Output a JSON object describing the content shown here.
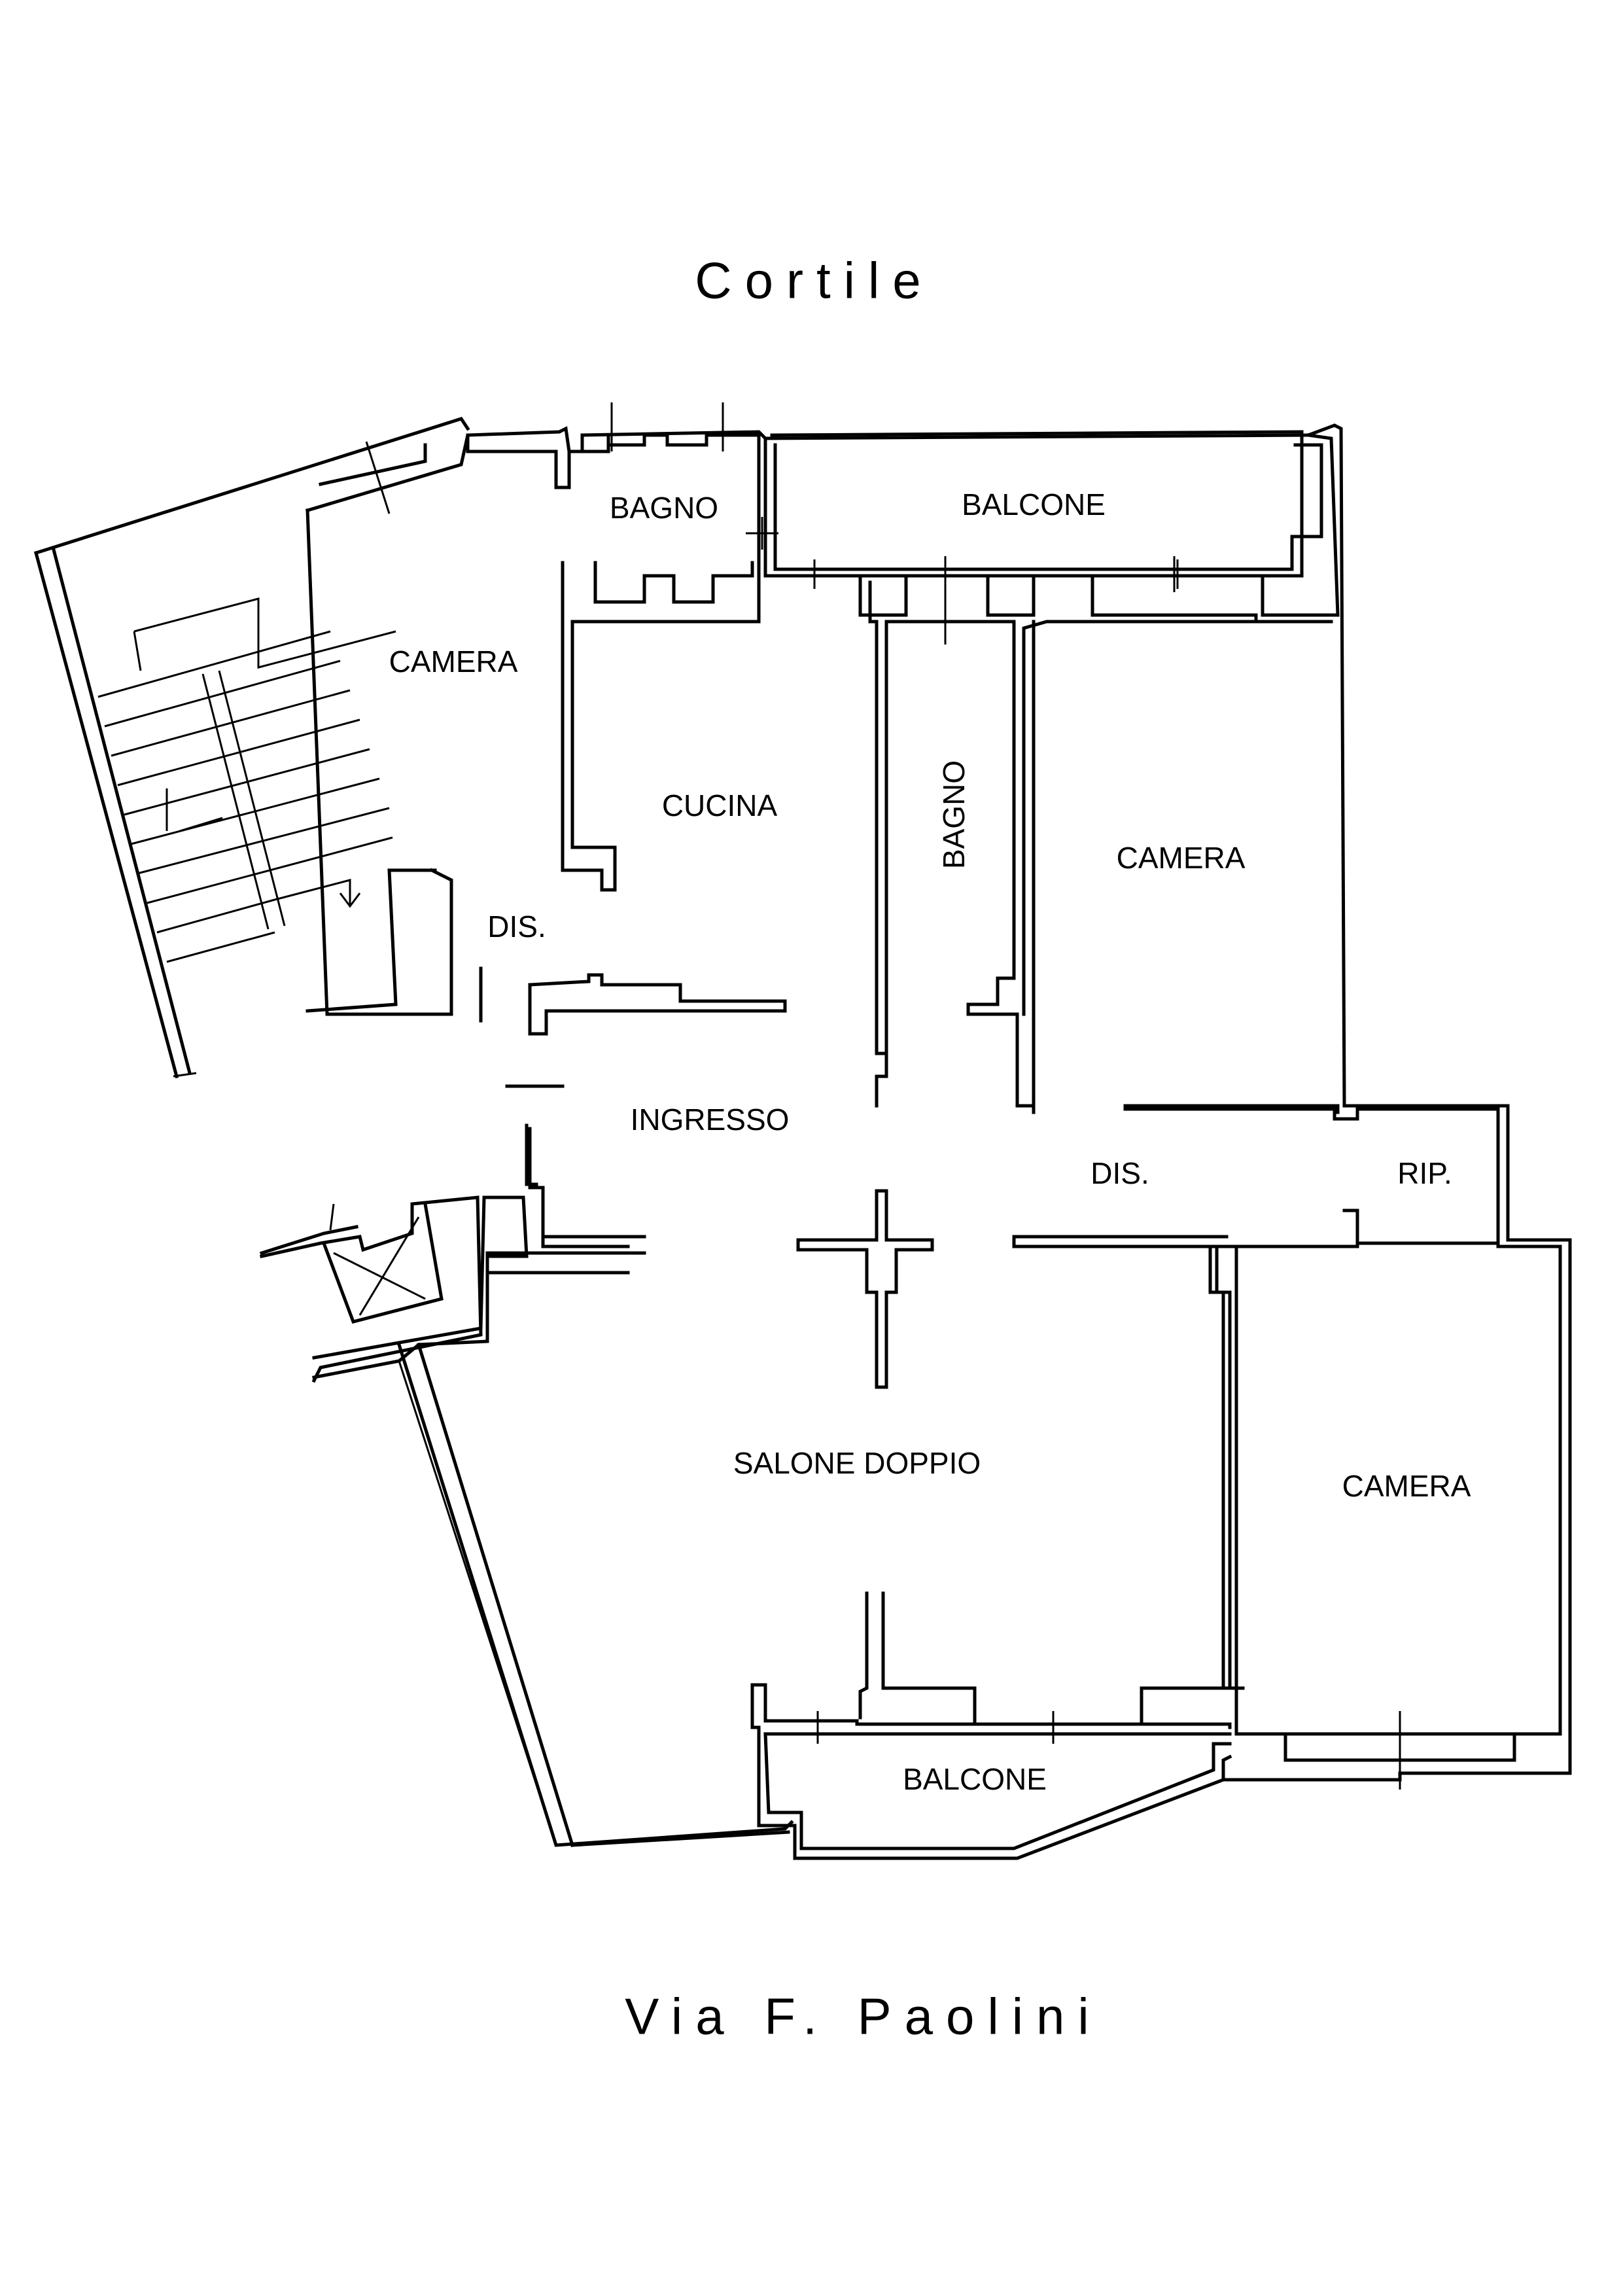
{
  "labels": {
    "top_street": "Cortile",
    "bottom_street": "Via F. Paolini"
  },
  "rooms": [
    {
      "id": "bagno-top",
      "name": "BAGNO"
    },
    {
      "id": "balcone-top",
      "name": "BALCONE"
    },
    {
      "id": "camera-nw",
      "name": "CAMERA"
    },
    {
      "id": "cucina",
      "name": "CUCINA"
    },
    {
      "id": "bagno-mid",
      "name": "BAGNO"
    },
    {
      "id": "camera-ne",
      "name": "CAMERA"
    },
    {
      "id": "dis-w",
      "name": "DIS."
    },
    {
      "id": "ingresso",
      "name": "INGRESSO"
    },
    {
      "id": "dis-e",
      "name": "DIS."
    },
    {
      "id": "rip",
      "name": "RIP."
    },
    {
      "id": "salone",
      "name": "SALONE DOPPIO"
    },
    {
      "id": "camera-se",
      "name": "CAMERA"
    },
    {
      "id": "balcone-bottom",
      "name": "BALCONE"
    }
  ]
}
